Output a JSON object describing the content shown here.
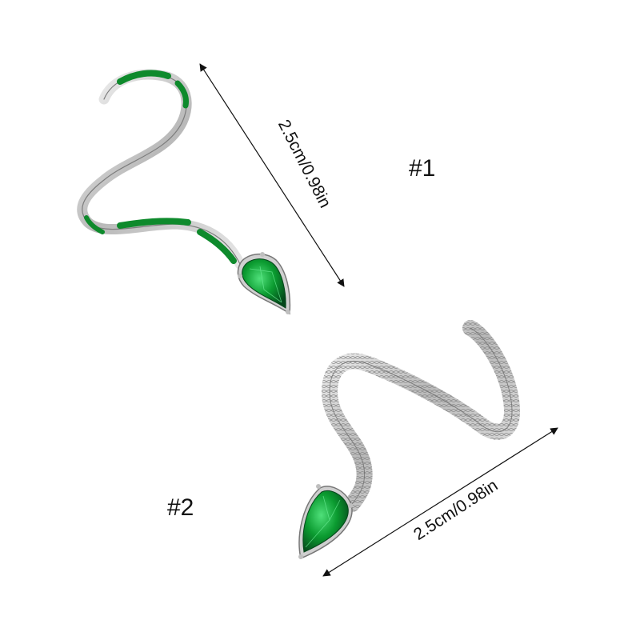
{
  "product": {
    "variant_1": {
      "label": "#1",
      "dimension": "2.5cm/0.98in",
      "enamel_color": "#0e8a2c",
      "gem_color": "#0a9a2e"
    },
    "variant_2": {
      "label": "#2",
      "dimension": "2.5cm/0.98in",
      "metal_color": "#c9c9c9",
      "gem_color": "#0a9a2e"
    }
  },
  "colors": {
    "background": "#ffffff",
    "silver": "#d6d6d6",
    "silver_dark": "#8c8c8c",
    "emerald": "#0b9b30",
    "emerald_dark": "#05501a",
    "text": "#111111"
  }
}
